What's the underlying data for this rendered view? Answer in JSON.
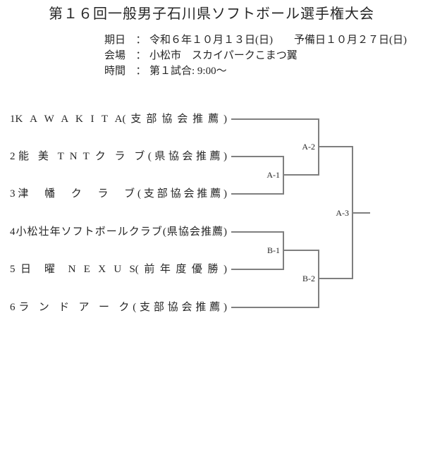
{
  "title": "第１６回一般男子石川県ソフトボール選手権大会",
  "info": {
    "rows": [
      {
        "label": "期日",
        "separator": "：",
        "value": "令和６年１０月１３日(日)　　予備日１０月２７日(日)"
      },
      {
        "label": "会場",
        "separator": "：",
        "value": "小松市　スカイパークこまつ翼"
      },
      {
        "label": "時間",
        "separator": "：",
        "value": "第１試合: 9:00～"
      }
    ]
  },
  "bracket": {
    "teams": [
      {
        "seed": "1",
        "name": "KAWAKITA",
        "qualifier": "支部協会推薦",
        "display": "1K A W A K I T A(支部協会推薦)"
      },
      {
        "seed": "2",
        "name": "能美TNTクラブ",
        "qualifier": "県協会推薦",
        "display": "2能 美 T N T ク ラ ブ(県協会推薦)"
      },
      {
        "seed": "3",
        "name": "津幡クラブ",
        "qualifier": "支部協会推薦",
        "display": "3津　幡　ク　ラ　ブ(支部協会推薦)"
      },
      {
        "seed": "4",
        "name": "小松壮年ソフトボールクラブ",
        "qualifier": "県協会推薦",
        "display": "4小松壮年ソフトボールクラブ(県協会推薦)"
      },
      {
        "seed": "5",
        "name": "日曜NEXUS",
        "qualifier": "前年度優勝",
        "display": "5日 曜 N E X U S(前年度優勝)"
      },
      {
        "seed": "6",
        "name": "ランドアーク",
        "qualifier": "支部協会推薦",
        "display": "6ラ ン ド ア ー ク(支部協会推薦)"
      }
    ],
    "matches": [
      {
        "id": "A-1"
      },
      {
        "id": "A-2"
      },
      {
        "id": "A-3"
      },
      {
        "id": "B-1"
      },
      {
        "id": "B-2"
      }
    ]
  },
  "colors": {
    "line": "#7f7f7f",
    "text": "#262626",
    "background": "#ffffff"
  }
}
